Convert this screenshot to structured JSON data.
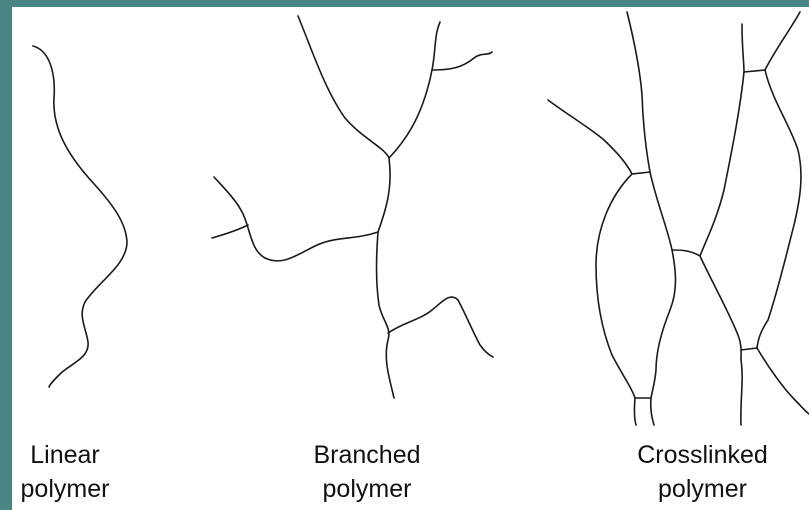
{
  "diagram": {
    "captions": {
      "linear": {
        "line1": "Linear",
        "line2": "polymer"
      },
      "branched": {
        "line1": "Branched",
        "line2": "polymer"
      },
      "crosslinked": {
        "line1": "Crosslinked",
        "line2": "polymer"
      }
    },
    "colors": {
      "background": "#ffffff",
      "border": "#4a8585",
      "line": "#1a1a1a"
    }
  }
}
